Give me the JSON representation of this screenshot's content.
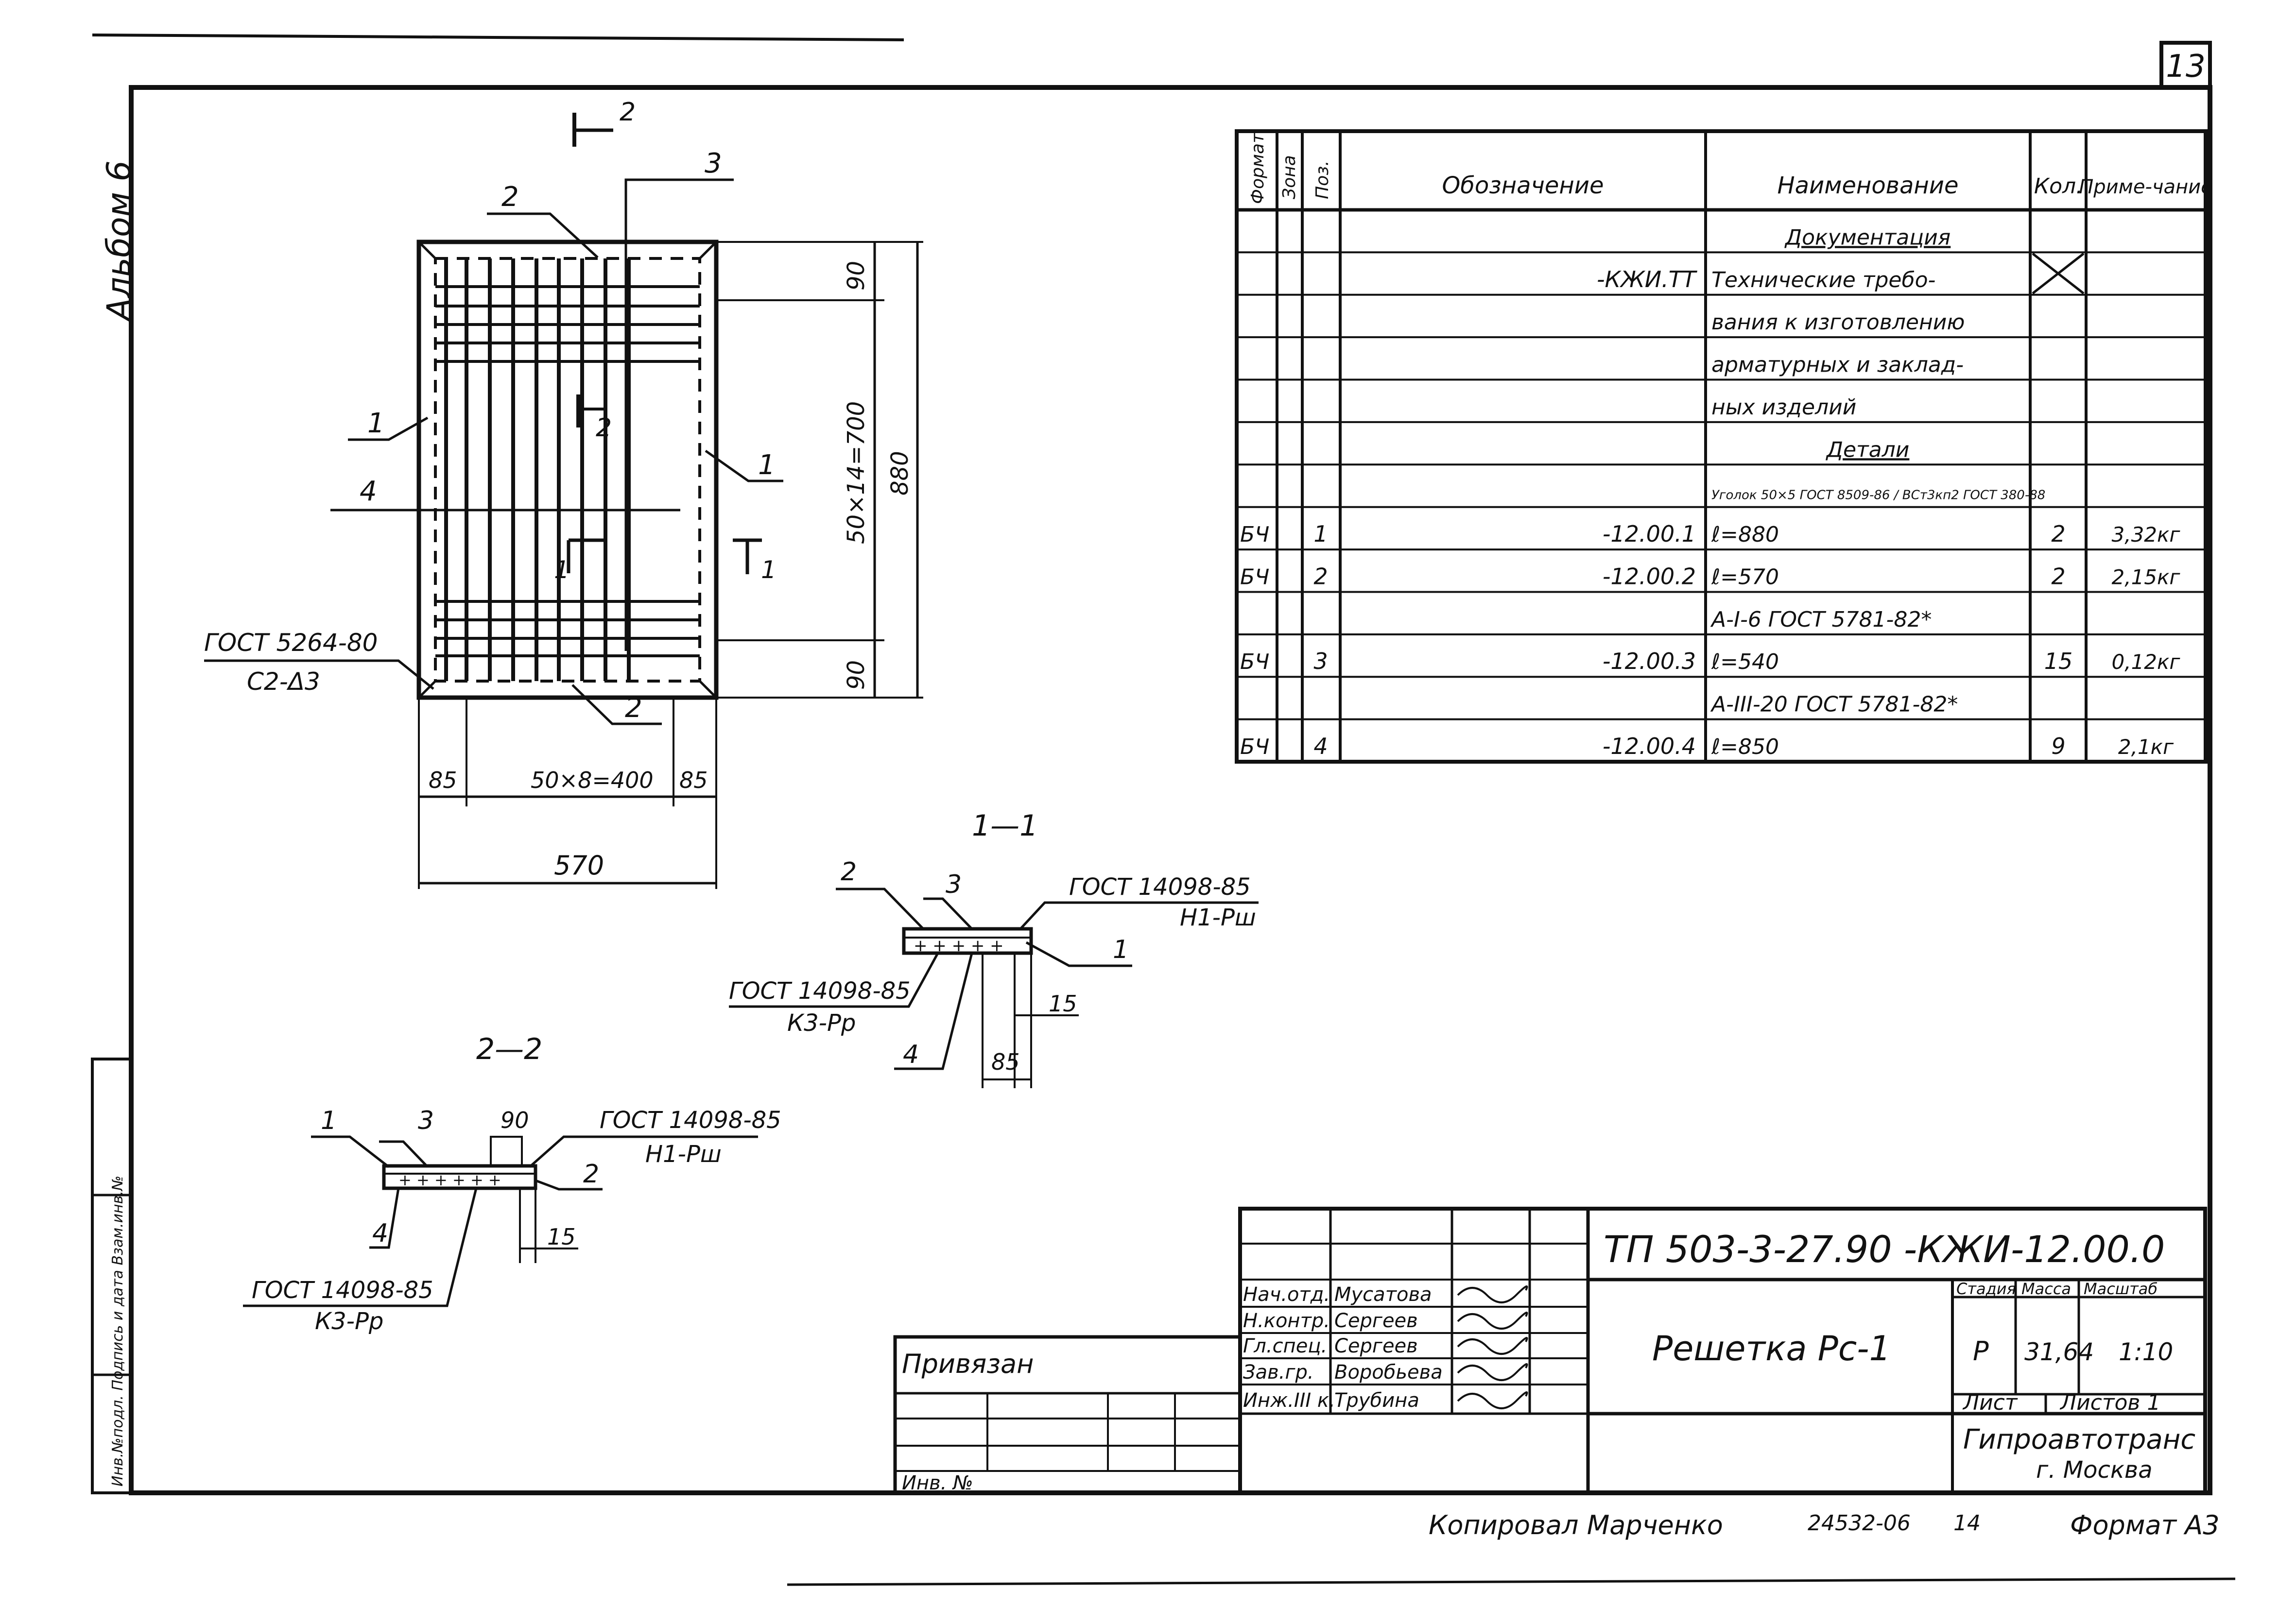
{
  "sheet": {
    "page_number": "13",
    "album": "Альбом 6",
    "side_stamp": "Инв.№подл. Подпись и дата Взам.инв.№"
  },
  "spec_table": {
    "headers": {
      "format": "Формат",
      "zone": "Зона",
      "pos": "Поз.",
      "designation": "Обозначение",
      "name": "Наименование",
      "qty": "Кол.",
      "note": "Приме-чание"
    },
    "rows": [
      {
        "format": "",
        "pos": "",
        "designation": "",
        "name": "Документация",
        "qty": "",
        "note": "",
        "underline": true
      },
      {
        "format": "",
        "pos": "",
        "designation": "-КЖИ.ТТ",
        "name": "Технические требо-",
        "qty": "",
        "note": "",
        "cross": true
      },
      {
        "format": "",
        "pos": "",
        "designation": "",
        "name": "вания к изготовлению",
        "qty": "",
        "note": ""
      },
      {
        "format": "",
        "pos": "",
        "designation": "",
        "name": "арматурных и заклад-",
        "qty": "",
        "note": ""
      },
      {
        "format": "",
        "pos": "",
        "designation": "",
        "name": "ных изделий",
        "qty": "",
        "note": ""
      },
      {
        "format": "",
        "pos": "",
        "designation": "",
        "name": "Детали",
        "qty": "",
        "note": "",
        "underline": true
      },
      {
        "format": "",
        "pos": "",
        "designation": "",
        "name": "Уголок 50×5 ГОСТ 8509-86 / ВСт3кп2 ГОСТ 380-88",
        "qty": "",
        "note": ""
      },
      {
        "format": "БЧ",
        "pos": "1",
        "designation": "-12.00.1",
        "name": "ℓ=880",
        "qty": "2",
        "note": "3,32кг"
      },
      {
        "format": "БЧ",
        "pos": "2",
        "designation": "-12.00.2",
        "name": "ℓ=570",
        "qty": "2",
        "note": "2,15кг"
      },
      {
        "format": "",
        "pos": "",
        "designation": "",
        "name": "А-I-6 ГОСТ 5781-82*",
        "qty": "",
        "note": ""
      },
      {
        "format": "БЧ",
        "pos": "3",
        "designation": "-12.00.3",
        "name": "ℓ=540",
        "qty": "15",
        "note": "0,12кг"
      },
      {
        "format": "",
        "pos": "",
        "designation": "",
        "name": "А-III-20 ГОСТ 5781-82*",
        "qty": "",
        "note": ""
      },
      {
        "format": "БЧ",
        "pos": "4",
        "designation": "-12.00.4",
        "name": "ℓ=850",
        "qty": "9",
        "note": "2,1кг"
      }
    ]
  },
  "plan_view": {
    "section_mark": "2",
    "pos_3": "3",
    "pos_2_top": "2",
    "pos_2_bottom": "2",
    "pos_1_left": "1",
    "pos_1_right": "1",
    "pos_4": "4",
    "sec1_left": "1",
    "sec1_right": "1",
    "sec2_mid": "2",
    "gost_weld": "ГОСТ 5264-80",
    "weld_code": "С2-Δ3",
    "dim_90_top": "90",
    "dim_mid": "50×14=700",
    "dim_90_bottom": "90",
    "dim_880": "880",
    "dim_85_left": "85",
    "dim_400": "50×8=400",
    "dim_85_right": "85",
    "dim_570": "570"
  },
  "section_1": {
    "title": "1—1",
    "pos2": "2",
    "pos3": "3",
    "pos1": "1",
    "pos4": "4",
    "gost_top": "ГОСТ 14098-85",
    "code_top": "Н1-Рш",
    "gost_bottom": "ГОСТ 14098-85",
    "code_bottom": "К3-Рр",
    "dim_15": "15",
    "dim_85": "85"
  },
  "section_2": {
    "title": "2—2",
    "pos1": "1",
    "pos3": "3",
    "pos2": "2",
    "pos4": "4",
    "dim_90": "90",
    "gost_top": "ГОСТ 14098-85",
    "code_top": "Н1-Рш",
    "gost_bottom": "ГОСТ 14098-85",
    "code_bottom": "К3-Рр",
    "dim_15": "15"
  },
  "title_block": {
    "doc_code": "ТП 503-3-27.90 -КЖИ-12.00.0",
    "title": "Решетка Рс-1",
    "stage_label": "Стадия",
    "mass_label": "Масса",
    "scale_label": "Масштаб",
    "stage": "Р",
    "mass": "31,64",
    "scale": "1:10",
    "sheet_label": "Лист",
    "sheets_label": "Листов 1",
    "org": "Гипроавтотранс",
    "city": "г. Москва",
    "bound_label": "Привязан",
    "inv_label": "Инв. №",
    "signatures": [
      {
        "role": "Нач.отд.",
        "name": "Мусатова"
      },
      {
        "role": "Н.контр.",
        "name": "Сергеев"
      },
      {
        "role": "Гл.спец.",
        "name": "Сергеев"
      },
      {
        "role": "Зав.гр.",
        "name": "Воробьева"
      },
      {
        "role": "Инж.III к.",
        "name": "Трубина"
      }
    ]
  },
  "footer": {
    "copied": "Копировал Марченко",
    "order": "24532-06",
    "num": "14",
    "format": "Формат А3"
  }
}
